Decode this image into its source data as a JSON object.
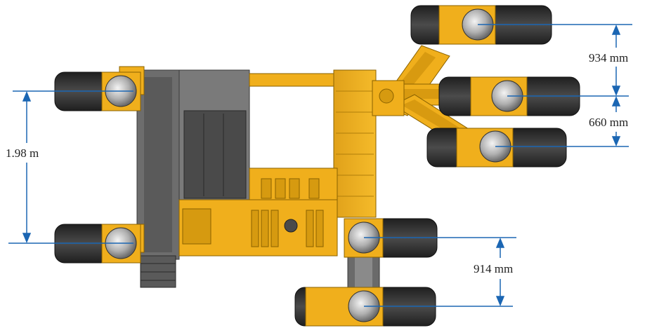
{
  "dimensions": {
    "track_width_rear": "1.98 m",
    "upper_right_spacing": "934 mm",
    "middle_right_spacing": "660 mm",
    "lower_right_spacing": "914 mm"
  },
  "colors": {
    "machine_yellow": "#f2b21d",
    "yellow_shadow": "#c98d0e",
    "frame_gray": "#6d6d6d",
    "dark_panel": "#4a4a4a",
    "tire_dark": "#2b2b2b",
    "tire_tread": "#3d3d3d",
    "hub_silver": "#b8b8b8",
    "dimension_line": "#1b66b3"
  }
}
